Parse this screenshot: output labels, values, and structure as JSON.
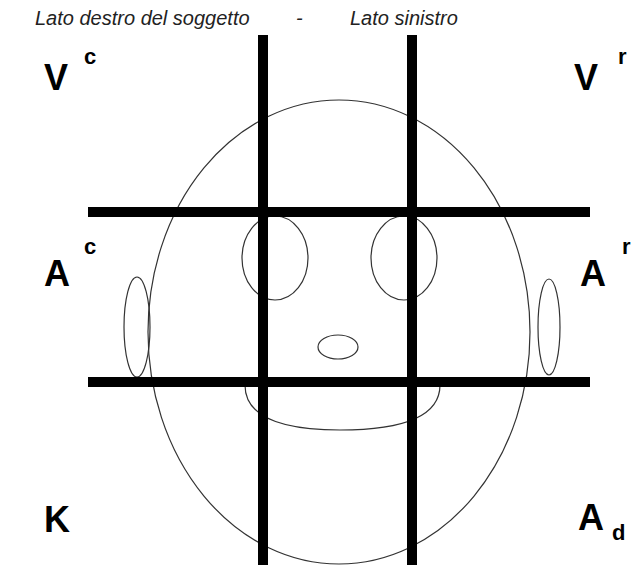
{
  "diagram": {
    "labels": [
      "Lato destro del soggetto",
      "-",
      "Lato sinistro",
      "V",
      "c",
      "V",
      "r",
      "A",
      "c",
      "A",
      "r",
      "K",
      "A",
      "d"
    ]
  }
}
